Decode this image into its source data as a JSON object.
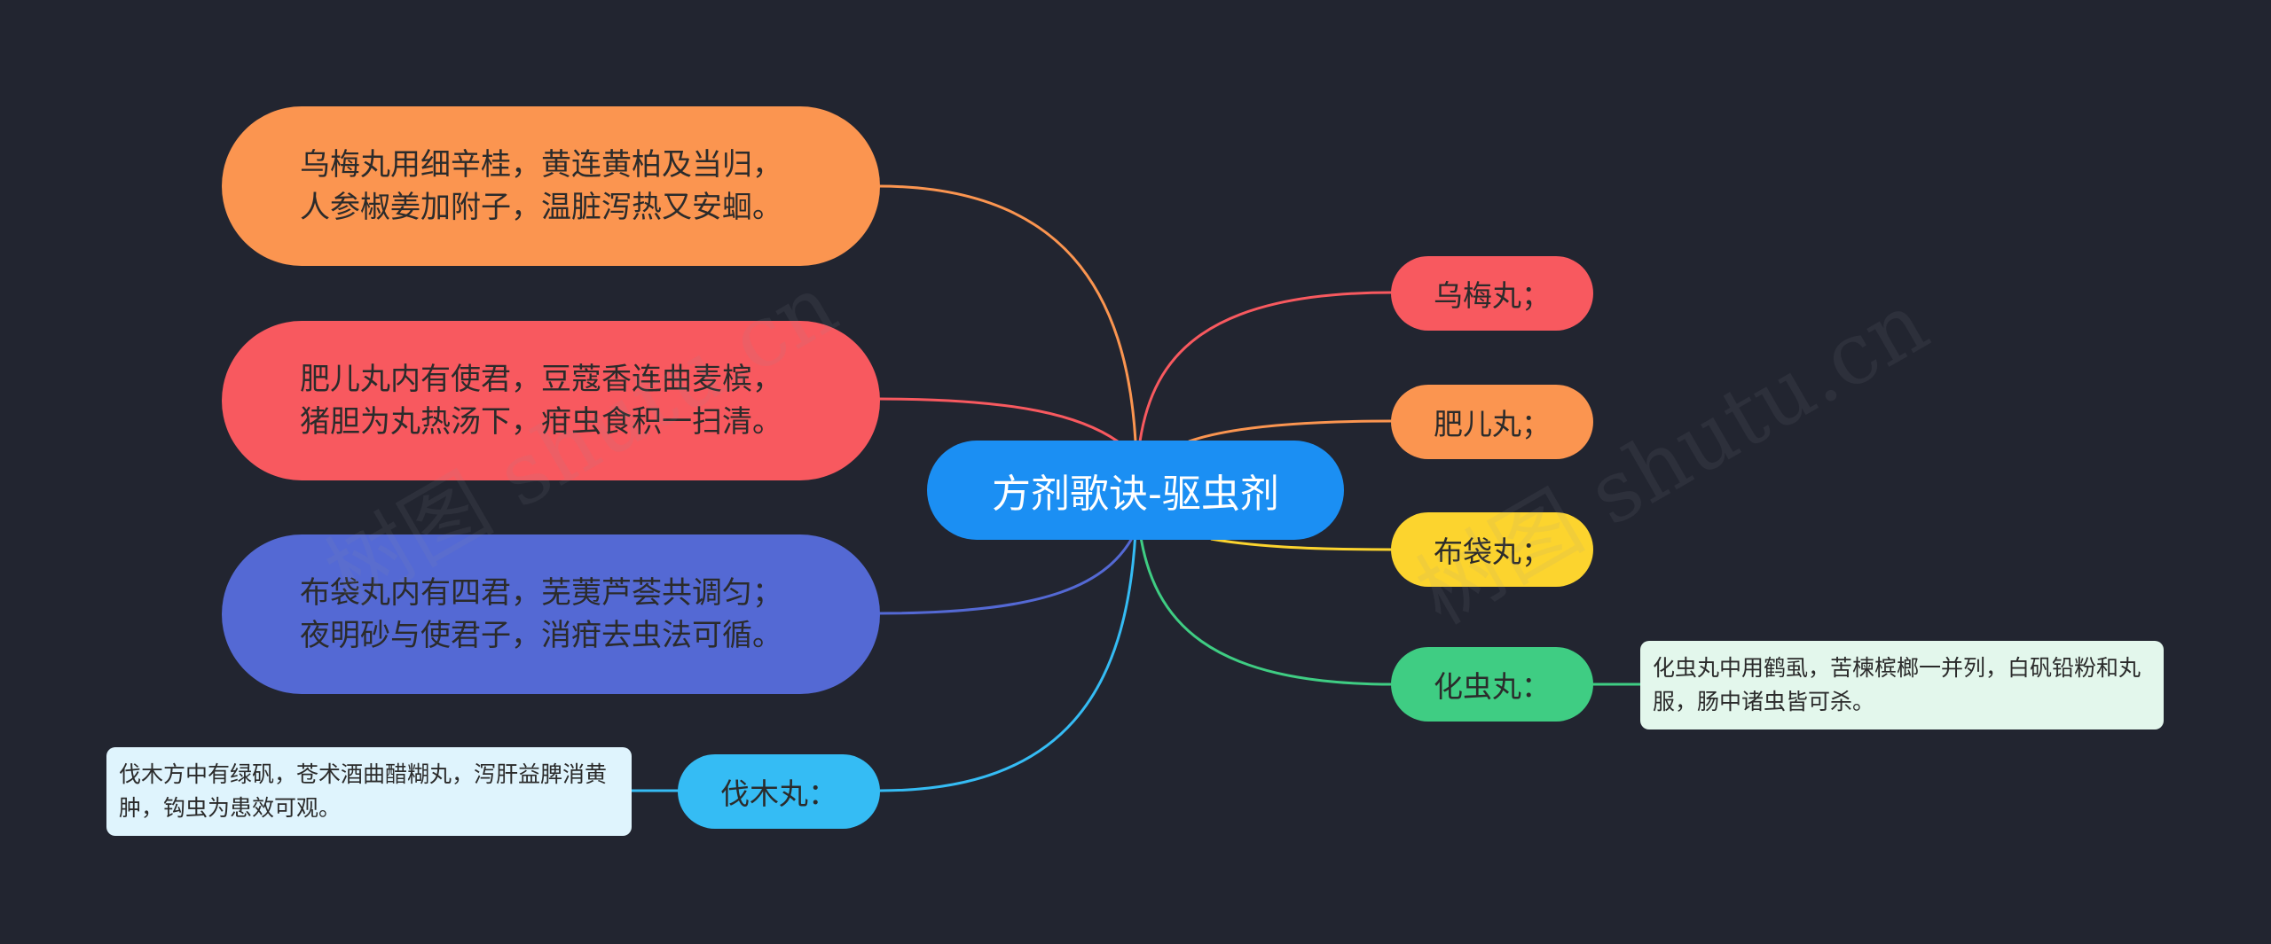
{
  "title": "方剂歌诀-驱虫剂",
  "colors": {
    "background": "#222530",
    "root": "#1b8ff3",
    "orange": "#fb9550",
    "red": "#f8595f",
    "indigo": "#5469d4",
    "yellow": "#fcd42e",
    "green": "#3fcd83",
    "sky": "#35bcf4",
    "note_green": "#e3f7ec",
    "note_blue": "#dff4fd"
  },
  "left_branches": [
    {
      "text": "乌梅丸用细辛桂，黄连黄柏及当归，人参椒姜加附子，温脏泻热又安蛔。"
    },
    {
      "text": "肥儿丸内有使君，豆蔻香连曲麦槟，猪胆为丸热汤下，疳虫食积一扫清。"
    },
    {
      "text": "布袋丸内有四君，芜荑芦荟共调匀；夜明砂与使君子，消疳去虫法可循。"
    }
  ],
  "right_branches": [
    {
      "label": "乌梅丸；"
    },
    {
      "label": "肥儿丸；"
    },
    {
      "label": "布袋丸；"
    },
    {
      "label": "化虫丸：",
      "note": "化虫丸中用鹤虱，苦楝槟榔一并列，白矾铅粉和丸服，肠中诸虫皆可杀。"
    }
  ],
  "bottom_branch": {
    "label": "伐木丸：",
    "note": "伐木方中有绿矾，苍术酒曲醋糊丸，泻肝益脾消黄肿，钩虫为患效可观。"
  },
  "watermark": "树图 shutu.cn"
}
